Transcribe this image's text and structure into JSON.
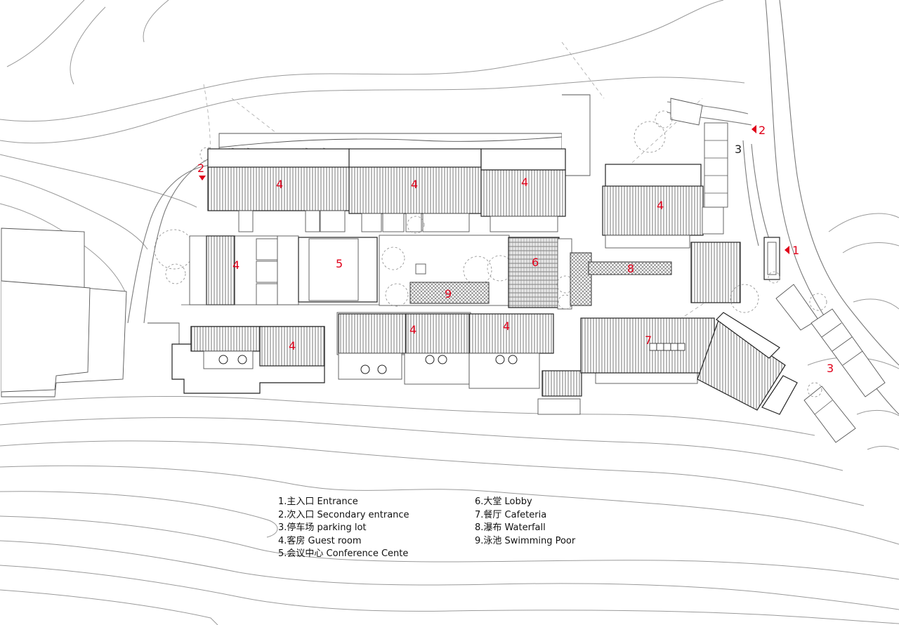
{
  "callouts": {
    "entrance": "1",
    "secondary_entrance_west": "2",
    "secondary_entrance_east": "2",
    "parking_north": "3",
    "parking_east": "3",
    "guest_room": "4",
    "conference": "5",
    "lobby": "6",
    "cafeteria": "7",
    "waterfall": "8",
    "pool": "9"
  },
  "legend": {
    "left": [
      "1.主入口  Entrance",
      "2.次入口  Secondary entrance",
      "3.停车场  parking lot",
      "4.客房   Guest room",
      "5.会议中心  Conference Cente"
    ],
    "right": [
      "6.大堂  Lobby",
      "7.餐厅  Cafeteria",
      "8.瀑布  Waterfall",
      "9.泳池  Swimming Poor"
    ]
  },
  "colors": {
    "callout": "#e0001a",
    "linework": "#222222",
    "contour": "#9a9a9a"
  }
}
